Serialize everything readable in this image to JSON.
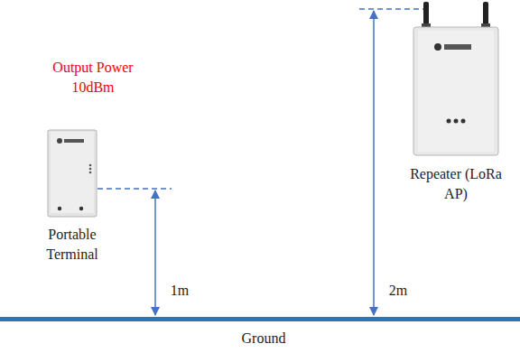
{
  "diagram": {
    "nodes": [
      {
        "text": [
          "Portable Terminal"
        ]
      },
      {
        "text": [
          "Repeater (LoRa AP)"
        ]
      }
    ],
    "labels": [
      "Output Power 10dBm",
      "1m",
      "2m",
      "Ground"
    ]
  }
}
